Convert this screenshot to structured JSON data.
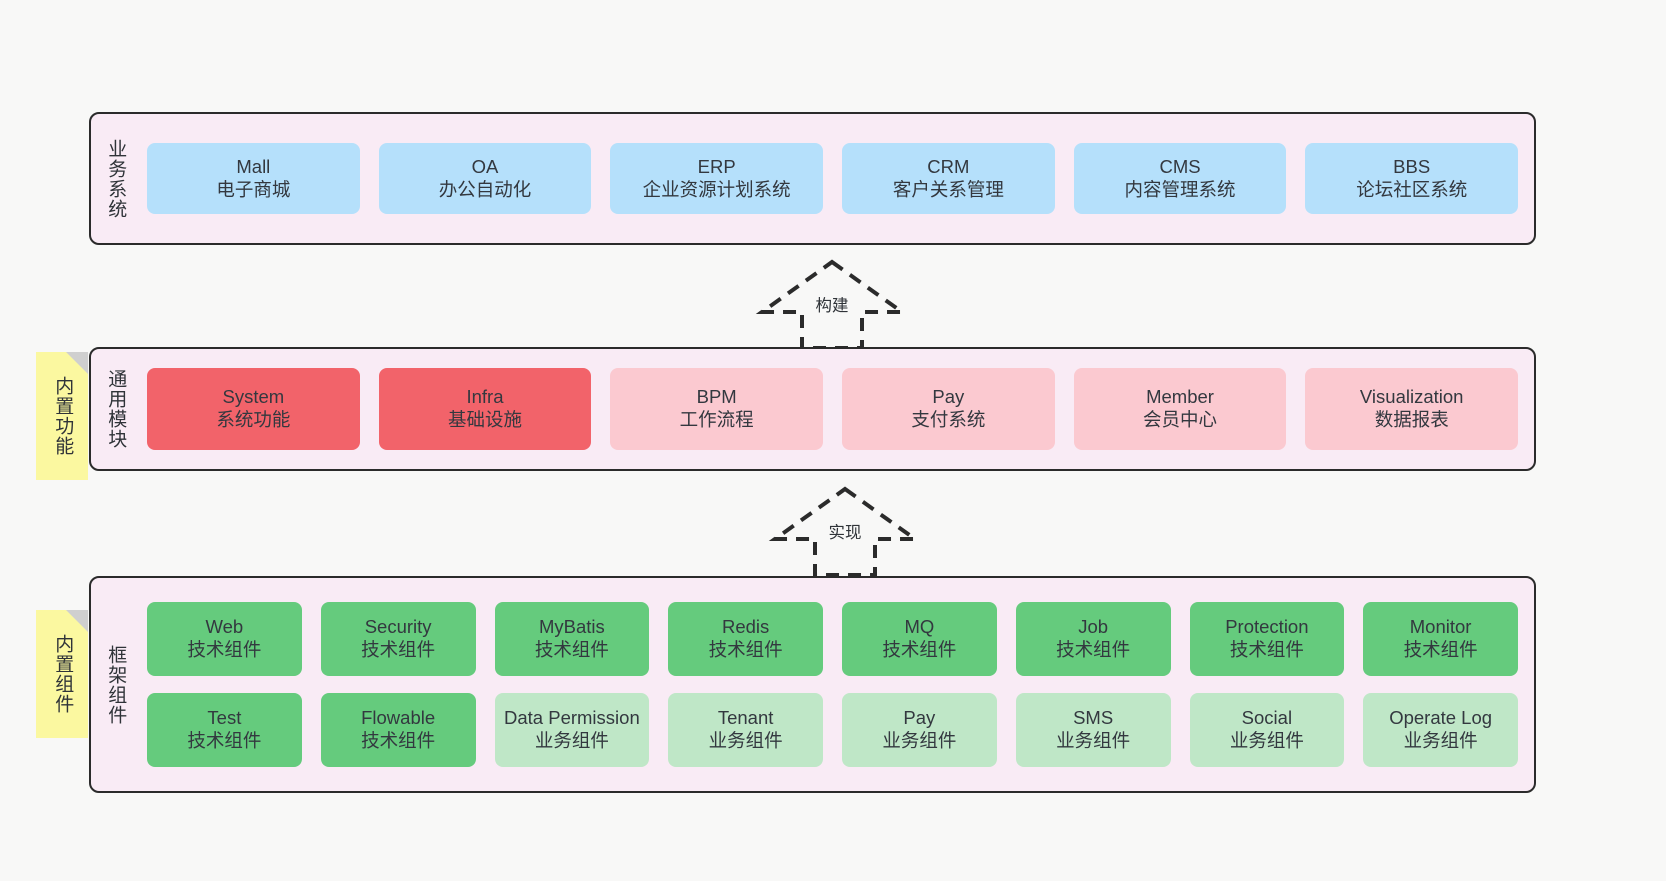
{
  "diagram": {
    "title": "",
    "background": "#f8f8f7",
    "band_bg": "#f9ebf5",
    "band_border": "#2b2b2b",
    "colors": {
      "business": "#b5e0fb",
      "module_core": "#f2636a",
      "module_optional": "#fbc9d0",
      "tech_component": "#65cb7d",
      "biz_component": "#bfe7c7",
      "note": "#fbf8a0",
      "note_fold": "#cfcfcf"
    }
  },
  "layers": [
    {
      "id": "business-systems",
      "title": "业务系统",
      "rows": [
        {
          "items": [
            {
              "en": "Mall",
              "cn": "电子商城",
              "style": "c-blue"
            },
            {
              "en": "OA",
              "cn": "办公自动化",
              "style": "c-blue"
            },
            {
              "en": "ERP",
              "cn": "企业资源计划系统",
              "style": "c-blue"
            },
            {
              "en": "CRM",
              "cn": "客户关系管理",
              "style": "c-blue"
            },
            {
              "en": "CMS",
              "cn": "内容管理系统",
              "style": "c-blue"
            },
            {
              "en": "BBS",
              "cn": "论坛社区系统",
              "style": "c-blue"
            }
          ]
        }
      ]
    },
    {
      "id": "general-modules",
      "title": "通用模块",
      "note": "内置功能",
      "rows": [
        {
          "items": [
            {
              "en": "System",
              "cn": "系统功能",
              "style": "c-red"
            },
            {
              "en": "Infra",
              "cn": "基础设施",
              "style": "c-red"
            },
            {
              "en": "BPM",
              "cn": "工作流程",
              "style": "c-pink"
            },
            {
              "en": "Pay",
              "cn": "支付系统",
              "style": "c-pink"
            },
            {
              "en": "Member",
              "cn": "会员中心",
              "style": "c-pink"
            },
            {
              "en": "Visualization",
              "cn": "数据报表",
              "style": "c-pink"
            }
          ]
        }
      ]
    },
    {
      "id": "framework-components",
      "title": "框架组件",
      "note": "内置组件",
      "rows": [
        {
          "items": [
            {
              "en": "Web",
              "cn": "技术组件",
              "style": "c-green"
            },
            {
              "en": "Security",
              "cn": "技术组件",
              "style": "c-green"
            },
            {
              "en": "MyBatis",
              "cn": "技术组件",
              "style": "c-green"
            },
            {
              "en": "Redis",
              "cn": "技术组件",
              "style": "c-green"
            },
            {
              "en": "MQ",
              "cn": "技术组件",
              "style": "c-green"
            },
            {
              "en": "Job",
              "cn": "技术组件",
              "style": "c-green"
            },
            {
              "en": "Protection",
              "cn": "技术组件",
              "style": "c-green"
            },
            {
              "en": "Monitor",
              "cn": "技术组件",
              "style": "c-green"
            }
          ]
        },
        {
          "items": [
            {
              "en": "Test",
              "cn": "技术组件",
              "style": "c-green"
            },
            {
              "en": "Flowable",
              "cn": "技术组件",
              "style": "c-green"
            },
            {
              "en": "Data Permission",
              "cn": "业务组件",
              "style": "c-greenlight"
            },
            {
              "en": "Tenant",
              "cn": "业务组件",
              "style": "c-greenlight"
            },
            {
              "en": "Pay",
              "cn": "业务组件",
              "style": "c-greenlight"
            },
            {
              "en": "SMS",
              "cn": "业务组件",
              "style": "c-greenlight"
            },
            {
              "en": "Social",
              "cn": "业务组件",
              "style": "c-greenlight"
            },
            {
              "en": "Operate Log",
              "cn": "业务组件",
              "style": "c-greenlight"
            }
          ]
        }
      ]
    }
  ],
  "connectors": [
    {
      "id": "build",
      "label": "构建",
      "direction": "up"
    },
    {
      "id": "implement",
      "label": "实现",
      "direction": "up"
    }
  ]
}
